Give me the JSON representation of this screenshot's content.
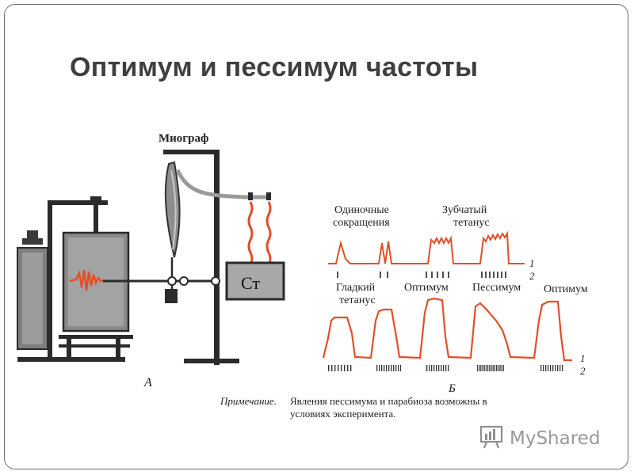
{
  "slide": {
    "title": "Оптимум и пессимум частоты"
  },
  "figure": {
    "apparatus": {
      "myograph_label": "Миограф",
      "stimulator_label": "Ст",
      "panel_letter": "А"
    },
    "recordings": {
      "panel_letter": "Б",
      "top_labels": {
        "single": [
          "Одиночные",
          "сокращения"
        ],
        "dentate": [
          "Зубчатый",
          "тетанус"
        ]
      },
      "bottom_labels": {
        "smooth": [
          "Гладкий",
          "тетанус"
        ],
        "optimum_1": "Оптимум",
        "pessimum": "Пессимум",
        "optimum_2": "Оптимум"
      },
      "trace_numbers": {
        "top_1": "1",
        "top_2": "2",
        "bottom_1": "1",
        "bottom_2": "2"
      },
      "trace_color": "#e0502a"
    },
    "note": {
      "label": "Примечание.",
      "line1": "Явления пессимума и парабиоза возможны в",
      "line2": "условиях эксперимента."
    }
  },
  "watermark": {
    "text": "MyShared"
  }
}
